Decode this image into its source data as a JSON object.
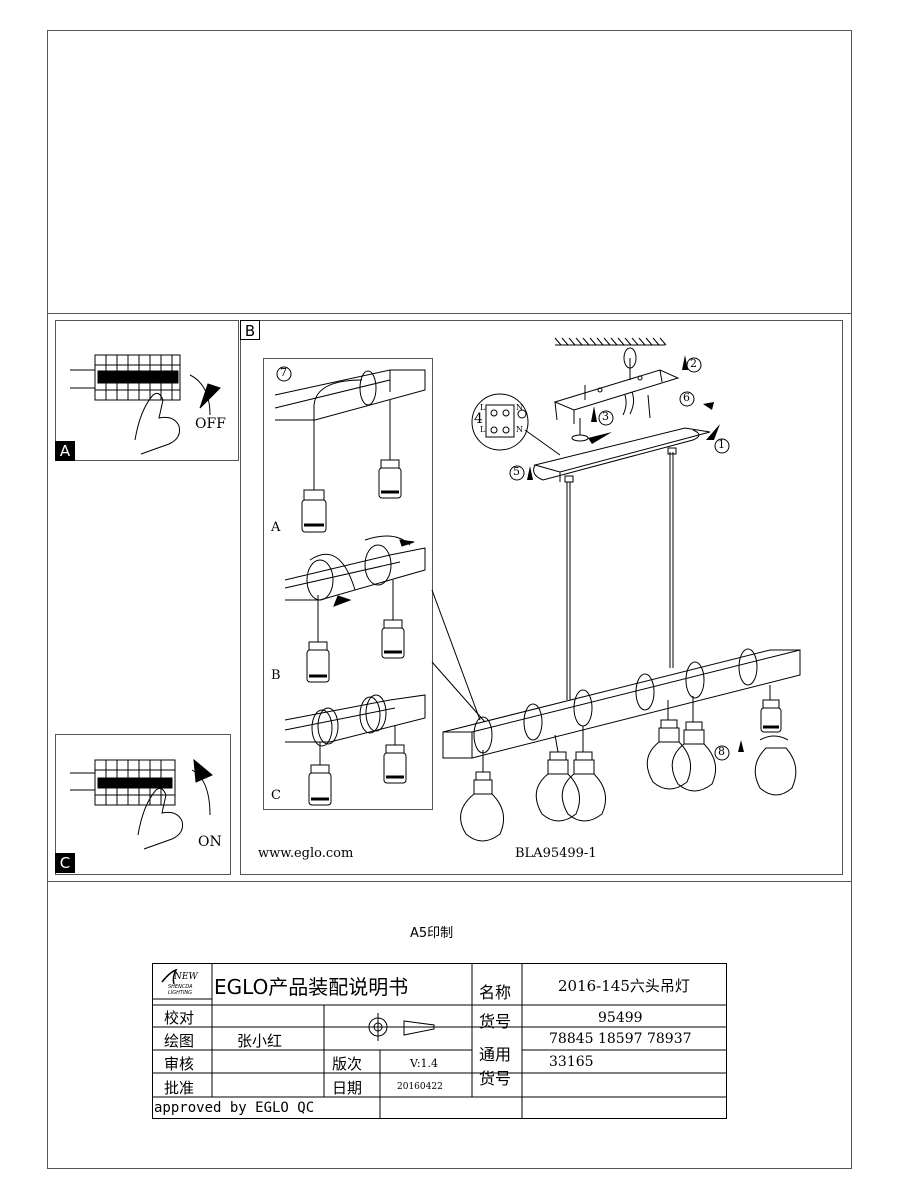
{
  "panel_a": {
    "label": "A",
    "switch_caption": "OFF"
  },
  "panel_c": {
    "label": "C",
    "switch_caption": "ON"
  },
  "panel_b": {
    "label": "B",
    "detail_labels": [
      "A",
      "B",
      "C"
    ],
    "steps": [
      "7",
      "2",
      "6",
      "3",
      "4",
      "1",
      "5",
      "8"
    ],
    "terminal_letters": [
      "L",
      "L",
      "N",
      "N"
    ],
    "website": "www.eglo.com",
    "doc_code": "BLA95499-1"
  },
  "print_note": "A5印制",
  "title_block": {
    "logo_text": "NEW",
    "logo_sub1": "SHENCDA",
    "logo_sub2": "LIGHTING",
    "doc_title": "EGLO产品装配说明书",
    "rows": {
      "check_label": "校对",
      "draw_label": "绘图",
      "draw_value": "张小红",
      "review_label": "审核",
      "approve_label": "批准",
      "version_label": "版次",
      "version_value": "V:1.4",
      "date_label": "日期",
      "date_value": "20160422",
      "approved_note": "approved by EGLO QC"
    },
    "name_label": "名称",
    "name_value": "2016-145六头吊灯",
    "item_label": "货号",
    "item_value": "95499",
    "common_label_1": "通用",
    "common_label_2": "货号",
    "common_value_1": "78845 18597 78937",
    "common_value_2": "33165"
  }
}
